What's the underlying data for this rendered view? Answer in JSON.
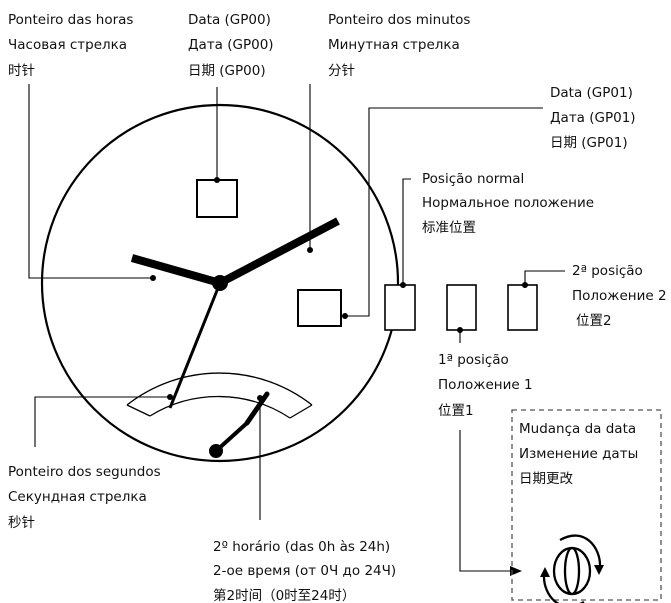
{
  "labels": {
    "hour_hand": [
      "Ponteiro das horas",
      "Часовая стрелка",
      "时针"
    ],
    "date_gp00": [
      "Data (GP00)",
      "Дата (GP00)",
      "日期 (GP00)"
    ],
    "minute_hand": [
      "Ponteiro dos minutos",
      "Минутная стрелка",
      "分针"
    ],
    "date_gp01": [
      "Data (GP01)",
      "Дата (GP01)",
      "日期 (GP01)"
    ],
    "normal_position": [
      "Posição normal",
      "Нормальное положение",
      "标准位置"
    ],
    "position_2": [
      "2ª posição",
      "Положение 2",
      "位置2"
    ],
    "position_1": [
      "1ª posição",
      "Положение 1",
      "位置1"
    ],
    "date_change": [
      "Mudança da data",
      "Изменение даты",
      "日期更改"
    ],
    "second_hand": [
      "Ponteiro dos segundos",
      "Секундная стрелка",
      "秒针"
    ],
    "second_time_24h": [
      "2º horário (das 0h às 24h)",
      "2-ое время (от 0Ч до 24Ч)",
      "第2时间（0时至24时）"
    ]
  }
}
